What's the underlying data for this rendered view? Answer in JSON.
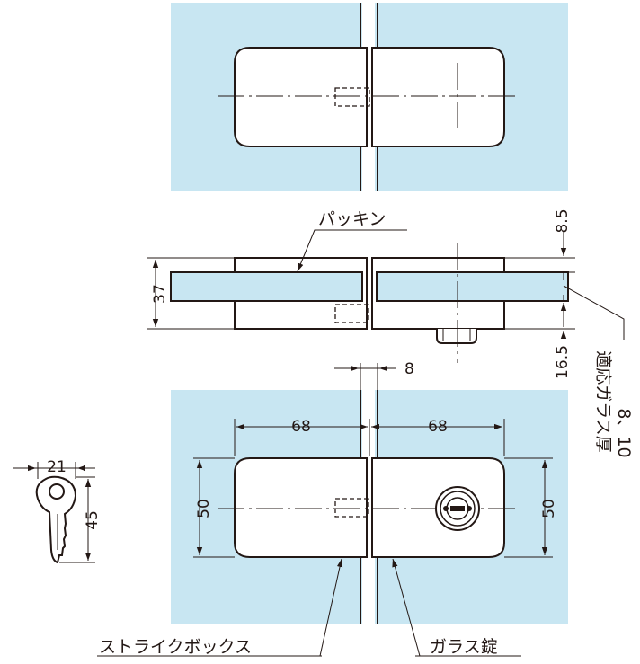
{
  "labels": {
    "packing": "パッキン",
    "strike_box": "ストライクボックス",
    "glass_lock": "ガラス錠",
    "glass_thickness_title": "適応ガラス厚",
    "glass_thickness_values": "8、10"
  },
  "dimensions": {
    "top_offset": "8.5",
    "height_side": "37",
    "bottom_offset": "16.5",
    "gap": "8",
    "width_left": "68",
    "width_right": "68",
    "height_left": "50",
    "height_right": "50",
    "key_width": "21",
    "key_height": "45"
  },
  "colors": {
    "glass": "#c8e6f2",
    "line": "#231815",
    "paper": "#ffffff"
  }
}
